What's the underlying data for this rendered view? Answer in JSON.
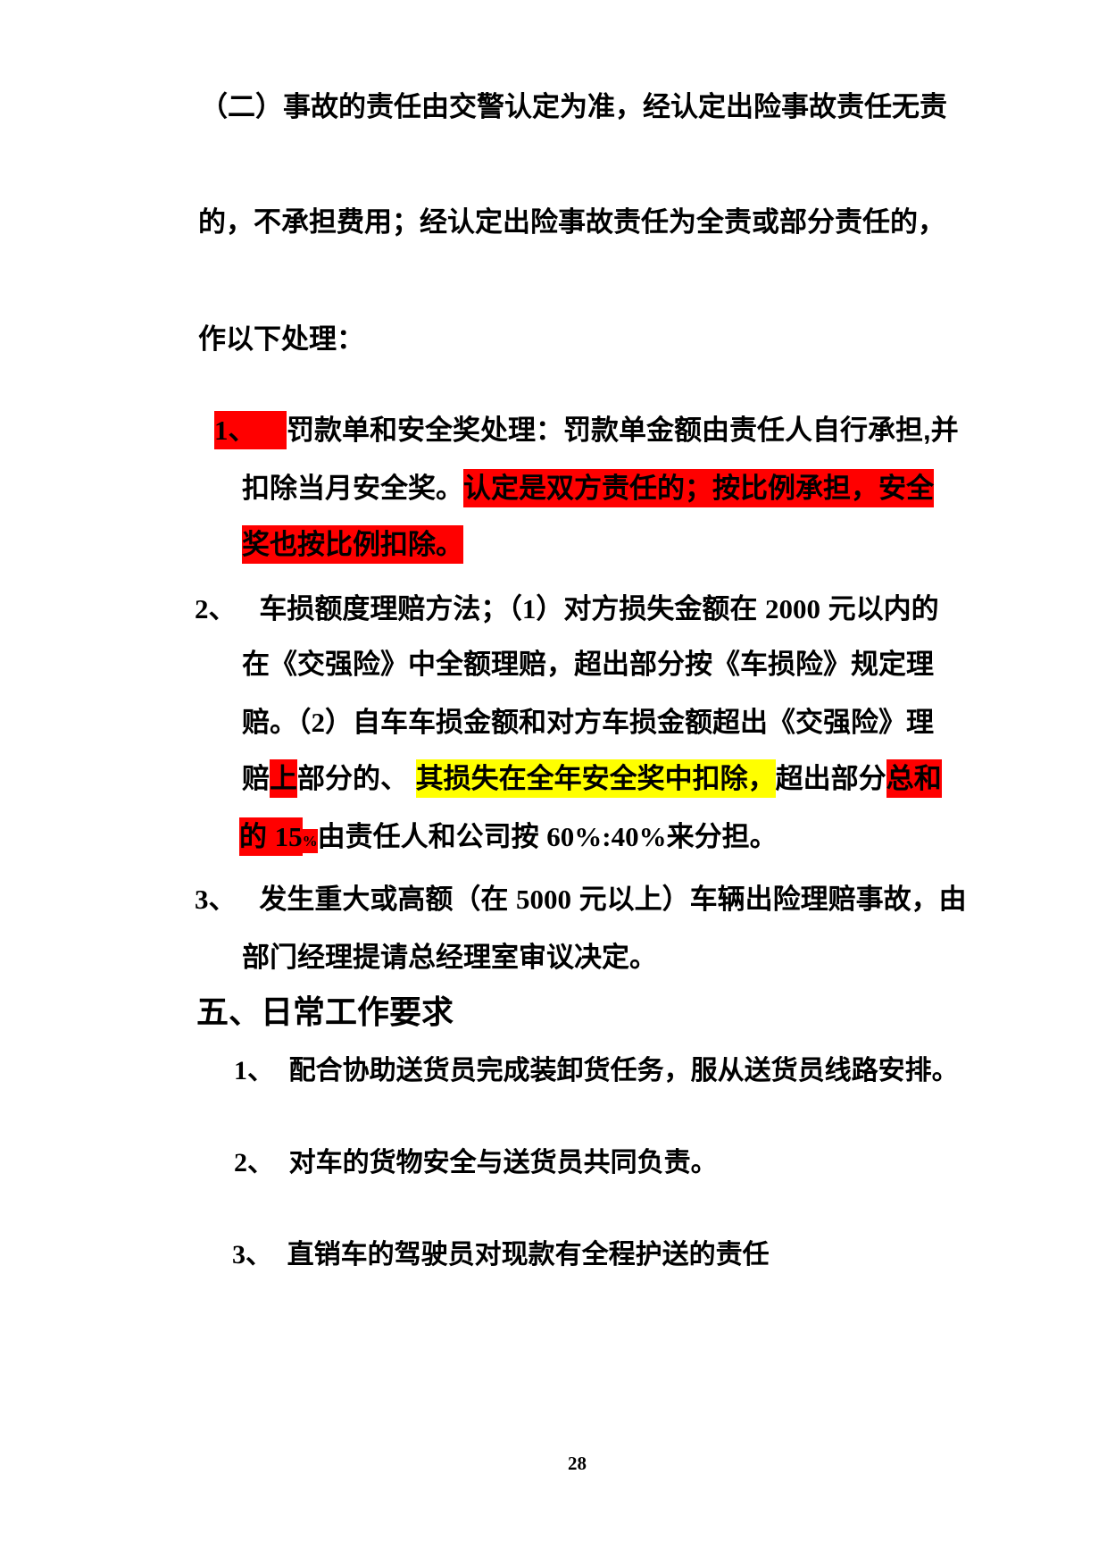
{
  "page": {
    "number": "28"
  },
  "highlight_colors": {
    "red": "#ff0000",
    "yellow": "#ffff00"
  },
  "document": {
    "lines": [
      {
        "name": "para-2-line-1",
        "segments": [
          {
            "t": "（二）事故的责任由交警认定为准，经认定出险事故责任无责"
          }
        ]
      },
      {
        "name": "para-2-line-2",
        "segments": [
          {
            "t": "的，不承担费用；经认定出险事故责任为全责或部分责任的，"
          }
        ]
      },
      {
        "name": "para-2-line-3",
        "segments": [
          {
            "t": "作以下处理："
          }
        ]
      },
      {
        "name": "item-1-line-1",
        "segments": [
          {
            "t": "1、",
            "hl": "red",
            "serif": true
          },
          {
            "t": "    ",
            "hl": "red"
          },
          {
            "t": "罚款单和安全奖处理：罚款单金额由责任人自行承担,并"
          }
        ]
      },
      {
        "name": "item-1-line-2",
        "segments": [
          {
            "t": "扣除当月安全奖。"
          },
          {
            "t": "认定是双方责任的；按比例承担，安全",
            "hl": "red"
          }
        ]
      },
      {
        "name": "item-1-line-3",
        "segments": [
          {
            "t": "奖也按比例扣除。",
            "hl": "red"
          }
        ]
      },
      {
        "name": "item-2-line-1",
        "segments": [
          {
            "t": "2、",
            "serif": true
          },
          {
            "t": "   "
          },
          {
            "t": "车损额度理赔方法；（"
          },
          {
            "t": "1",
            "serif": true
          },
          {
            "t": "）对方损失金额在 "
          },
          {
            "t": "2000",
            "serif": true
          },
          {
            "t": " 元以内的"
          }
        ]
      },
      {
        "name": "item-2-line-2",
        "segments": [
          {
            "t": "在《交强险》中全额理赔，超出部分按《车损险》规定理"
          }
        ]
      },
      {
        "name": "item-2-line-3",
        "segments": [
          {
            "t": "赔。（"
          },
          {
            "t": "2",
            "serif": true
          },
          {
            "t": "）自车车损金额和对方车损金额超出《交强险》理"
          }
        ]
      },
      {
        "name": "item-2-line-4",
        "segments": [
          {
            "t": "赔"
          },
          {
            "t": "上",
            "hl": "red"
          },
          {
            "t": "部分的、"
          },
          {
            "t": " "
          },
          {
            "t": "其损失在全年安全奖中扣除，",
            "hl": "yellow"
          },
          {
            "t": "超出部分"
          },
          {
            "t": "总和",
            "hl": "red"
          }
        ]
      },
      {
        "name": "item-2-line-5",
        "segments": [
          {
            "t": "的 ",
            "hl": "red"
          },
          {
            "t": "15",
            "hl": "red",
            "serif": true
          },
          {
            "t": "%",
            "hl": "red",
            "serif": true,
            "small": true
          },
          {
            "t": "由责任人和公司按 "
          },
          {
            "t": "60%:40%",
            "serif": true
          },
          {
            "t": "来分担。"
          }
        ]
      },
      {
        "name": "item-3-line-1",
        "segments": [
          {
            "t": "3、",
            "serif": true
          },
          {
            "t": "   "
          },
          {
            "t": "发生重大或高额（在 "
          },
          {
            "t": "5000",
            "serif": true
          },
          {
            "t": " 元以上）车辆出险理赔事故，由"
          }
        ]
      },
      {
        "name": "item-3-line-2",
        "segments": [
          {
            "t": "部门经理提请总经理室审议决定。"
          }
        ]
      },
      {
        "name": "section-5-heading",
        "segments": [
          {
            "t": "五、日常工作要求"
          }
        ]
      },
      {
        "name": "sub-item-1",
        "segments": [
          {
            "t": "1、",
            "serif": true
          },
          {
            "t": "  "
          },
          {
            "t": "配合协助送货员完成装卸货任务，服从送货员线路安排。"
          }
        ]
      },
      {
        "name": "sub-item-2",
        "segments": [
          {
            "t": "2、",
            "serif": true
          },
          {
            "t": "  "
          },
          {
            "t": "对车的货物安全与送货员共同负责。"
          }
        ]
      },
      {
        "name": "sub-item-3",
        "segments": [
          {
            "t": "3、",
            "serif": true
          },
          {
            "t": "  "
          },
          {
            "t": "直销车的驾驶员对现款有全程护送的责任"
          }
        ]
      }
    ]
  }
}
